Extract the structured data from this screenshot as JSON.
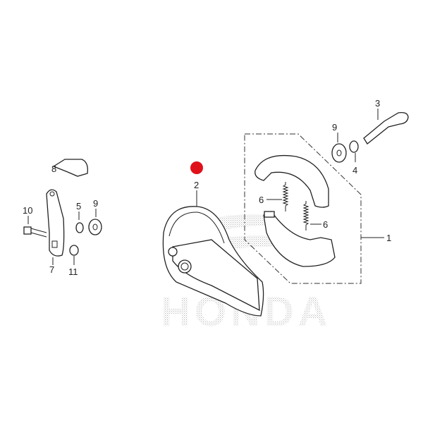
{
  "watermark": {
    "text": "HONDA"
  },
  "marker": {
    "color": "#e0101a"
  },
  "callouts": {
    "p1": "1",
    "p2": "2",
    "p3": "3",
    "p4": "4",
    "p5": "5",
    "p6a": "6",
    "p6b": "6",
    "p7": "7",
    "p8": "8",
    "p9a": "9",
    "p9b": "9",
    "p10": "10",
    "p11": "11"
  }
}
